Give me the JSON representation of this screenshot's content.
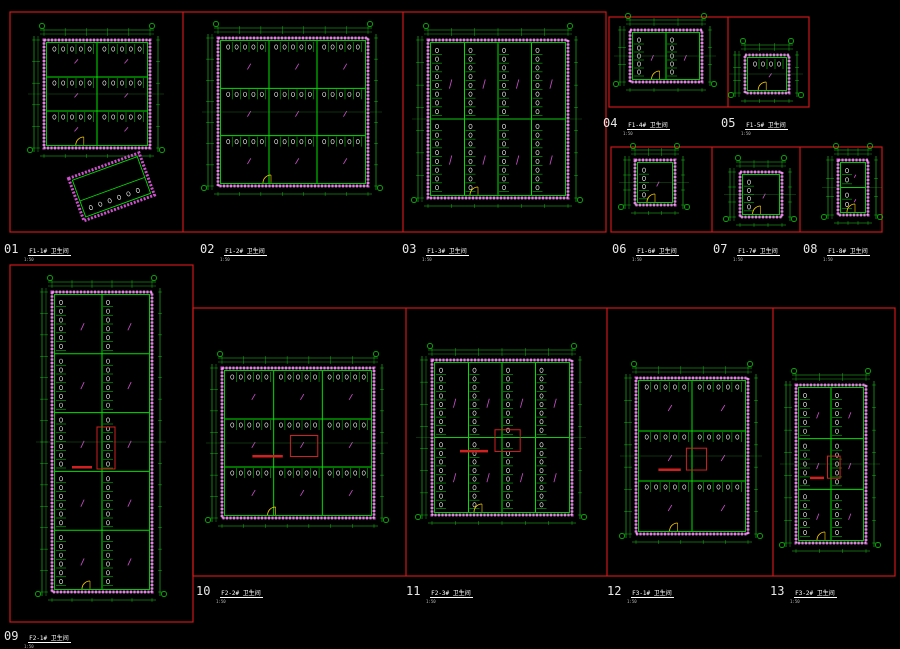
{
  "drawing": {
    "background": "#000000",
    "frame_color": "#cc1818",
    "wall_color": "#00e000",
    "fixture_color": "#ffffff",
    "dimension_color": "#20d020",
    "hatch_color": "#d050d0",
    "accent_yellow": "#ffd200",
    "accent_red": "#d02020"
  },
  "panels": [
    {
      "num": "01",
      "title": "F1-1# 卫生间",
      "scale": "1:50"
    },
    {
      "num": "02",
      "title": "F1-2# 卫生间",
      "scale": "1:50"
    },
    {
      "num": "03",
      "title": "F1-3# 卫生间",
      "scale": "1:50"
    },
    {
      "num": "04",
      "title": "F1-4# 卫生间",
      "scale": "1:50"
    },
    {
      "num": "05",
      "title": "F1-5# 卫生间",
      "scale": "1:50"
    },
    {
      "num": "06",
      "title": "F1-6# 卫生间",
      "scale": "1:50"
    },
    {
      "num": "07",
      "title": "F1-7# 卫生间",
      "scale": "1:50"
    },
    {
      "num": "08",
      "title": "F1-8# 卫生间",
      "scale": "1:50"
    },
    {
      "num": "09",
      "title": "F2-1# 卫生间",
      "scale": "1:50"
    },
    {
      "num": "10",
      "title": "F2-2# 卫生间",
      "scale": "1:50"
    },
    {
      "num": "11",
      "title": "F2-3# 卫生间",
      "scale": "1:50"
    },
    {
      "num": "12",
      "title": "F3-1# 卫生间",
      "scale": "1:50"
    },
    {
      "num": "13",
      "title": "F3-2# 卫生间",
      "scale": "1:50"
    }
  ]
}
